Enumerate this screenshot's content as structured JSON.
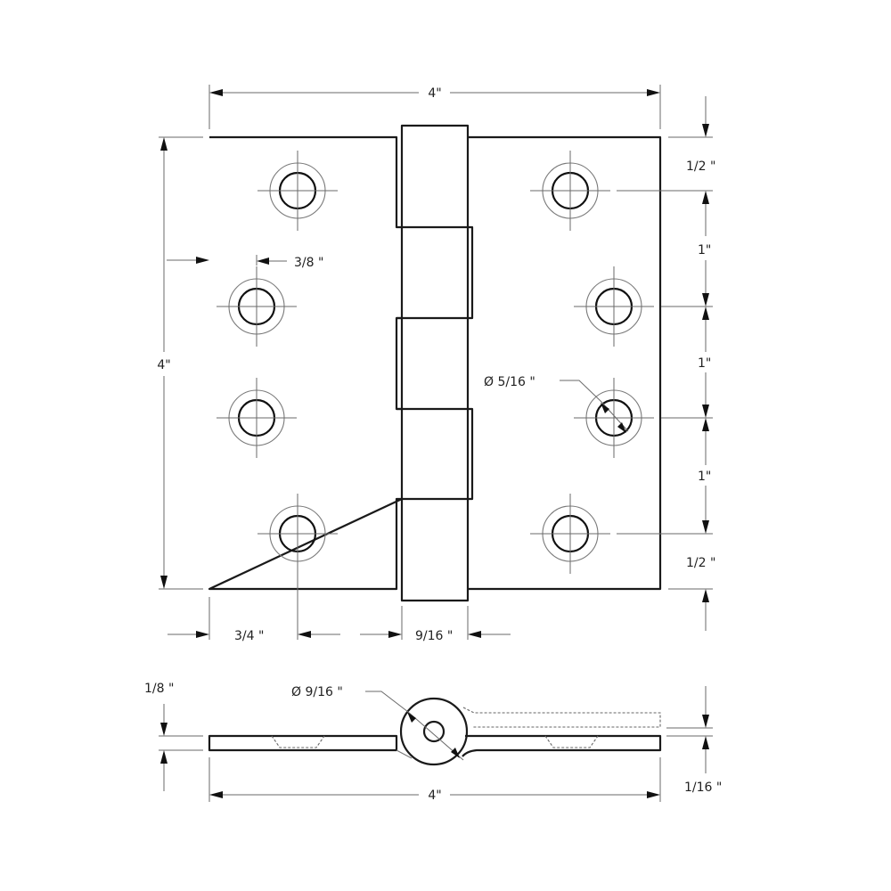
{
  "drawing": {
    "subject": "Square corner butt hinge — front and end views",
    "line_color": "#1a1a1a",
    "dimension_color": "#6a6a6a"
  },
  "front_view": {
    "overall_width_label": "4\"",
    "overall_height_label": "4\"",
    "hole_edge_offset_label": "3/8 \"",
    "hole_diameter_label": "Ø 5/16 \"",
    "right_spacing_labels": [
      "1/2 \"",
      "1\"",
      "1\"",
      "1\"",
      "1/2 \""
    ],
    "bottom_left_offset_label": "3/4 \"",
    "knuckle_width_label": "9/16 \"",
    "hole_count": 8,
    "knuckle_count": 5
  },
  "end_view": {
    "pin_diameter_label": "Ø 9/16 \"",
    "open_height_label": "1/8 \"",
    "leaf_thickness_label": "1/16 \"",
    "overall_width_label": "4\""
  }
}
